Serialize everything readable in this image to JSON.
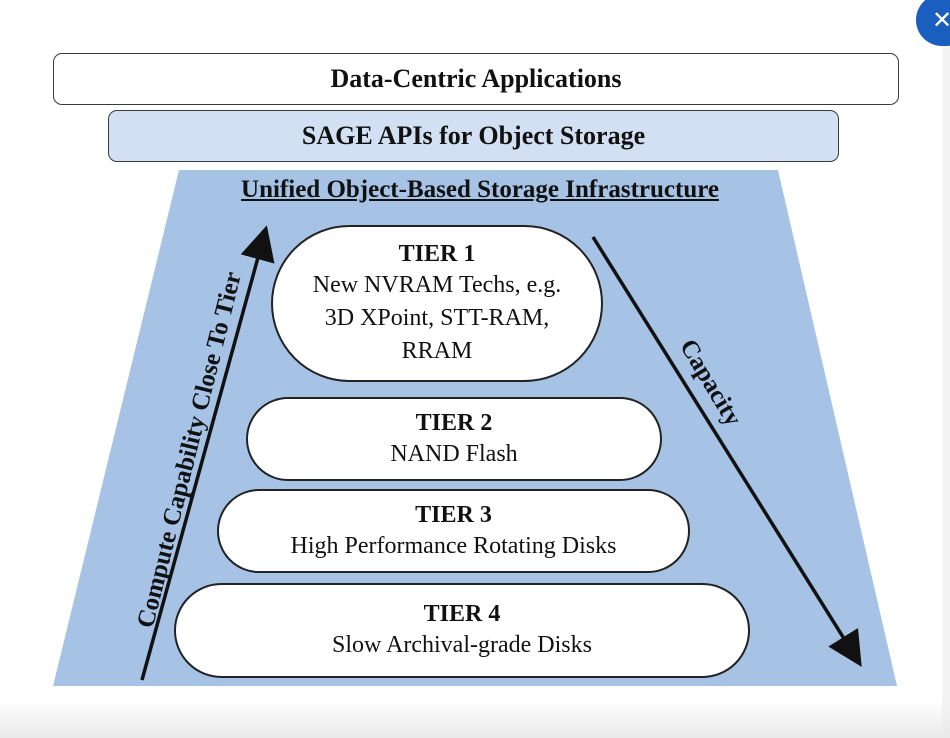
{
  "diagram": {
    "top_bar": "Data-Centric Applications",
    "api_bar": "SAGE APIs for Object Storage",
    "infrastructure_title": "Unified Object-Based Storage Infrastructure",
    "left_axis_label": "Compute Capability Close To Tier",
    "right_axis_label": "Capacity",
    "tiers": [
      {
        "name": "TIER 1",
        "description": "New NVRAM Techs, e.g. 3D XPoint, STT-RAM, RRAM"
      },
      {
        "name": "TIER 2",
        "description": "NAND Flash"
      },
      {
        "name": "TIER 3",
        "description": "High Performance Rotating Disks"
      },
      {
        "name": "TIER 4",
        "description": "Slow Archival-grade Disks"
      }
    ]
  },
  "colors": {
    "trapezoid_fill": "#a6c3e5",
    "api_bar_fill": "#d3e0f3",
    "close_button": "#1a5fc0"
  },
  "icons": {
    "close": "close-icon"
  }
}
